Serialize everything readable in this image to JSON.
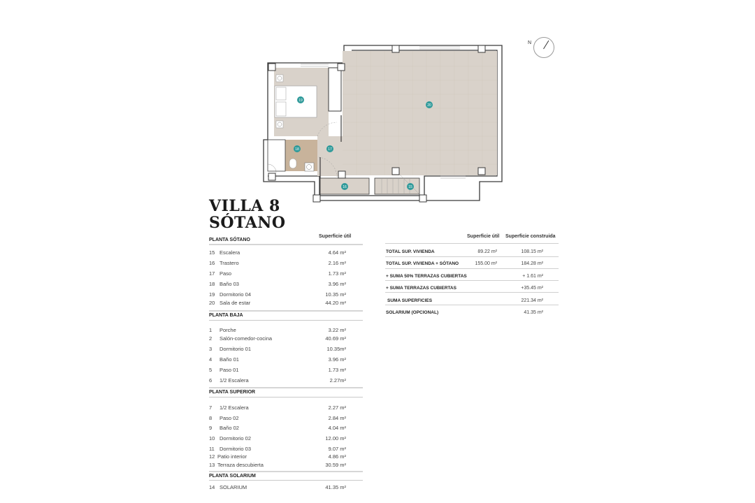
{
  "document": {
    "title_line1": "VILLA 8",
    "title_line2": "SÓTANO"
  },
  "compass": {
    "label": "N"
  },
  "floorplan": {
    "colors": {
      "floor": "#d9d2ca",
      "bath_floor": "#c8b39b",
      "wall": "#3a3a3a",
      "marker": "#2f9a9a",
      "white": "#ffffff"
    },
    "markers": [
      {
        "id": "19",
        "label": "19"
      },
      {
        "id": "20",
        "label": "20"
      },
      {
        "id": "18",
        "label": "18"
      },
      {
        "id": "17",
        "label": "17"
      },
      {
        "id": "16",
        "label": "16"
      },
      {
        "id": "15",
        "label": "15"
      }
    ]
  },
  "left_table": {
    "column_header": "Superficie útil",
    "sections": [
      {
        "title": "PLANTA SÓTANO",
        "rows": [
          {
            "num": "15",
            "label": "Escalera",
            "value": "4.64 m²"
          },
          {
            "num": "16",
            "label": "Trastero",
            "value": "2.16 m²"
          },
          {
            "num": "17",
            "label": "Paso",
            "value": "1.73 m²"
          },
          {
            "num": "18",
            "label": "Baño 03",
            "value": "3.96 m²"
          },
          {
            "num": "19",
            "label": "Dormitorio 04",
            "value": "10.35 m²"
          },
          {
            "num": "20",
            "label": "Sala de estar",
            "value": "44.20 m²"
          }
        ]
      },
      {
        "title": "PLANTA BAJA",
        "rows": [
          {
            "num": "1",
            "label": "Porche",
            "value": "3.22 m²"
          },
          {
            "num": "2",
            "label": "Salón-comedor-cocina",
            "value": "40.69 m²"
          },
          {
            "num": "3",
            "label": "Dormitorio 01",
            "value": "10.35m²"
          },
          {
            "num": "4",
            "label": "Baño 01",
            "value": "3.96 m²"
          },
          {
            "num": "5",
            "label": "Paso 01",
            "value": "1.73 m²"
          },
          {
            "num": "6",
            "label": "1/2 Escalera",
            "value": "2.27m²"
          }
        ]
      },
      {
        "title": "PLANTA SUPERIOR",
        "rows": [
          {
            "num": "7",
            "label": "1/2 Escalera",
            "value": "2.27 m²"
          },
          {
            "num": "8",
            "label": "Paso 02",
            "value": "2.84 m²"
          },
          {
            "num": "9",
            "label": "Baño 02",
            "value": "4.04 m²"
          },
          {
            "num": "10",
            "label": "Dormitorio 02",
            "value": "12.00 m²"
          },
          {
            "num": "11",
            "label": "Dormitorio 03",
            "value": "9.07 m²"
          },
          {
            "num": "12",
            "label": "Patio interior",
            "value": "4.86 m²"
          },
          {
            "num": "13",
            "label": "Terraza descubierta",
            "value": "30.59 m²"
          }
        ]
      },
      {
        "title": "PLANTA SOLARIUM",
        "rows": [
          {
            "num": "14",
            "label": "SOLARIUM",
            "value": "41.35 m²"
          }
        ]
      }
    ]
  },
  "right_table": {
    "headers": [
      "Superficie útil",
      "Superficie construida"
    ],
    "rows": [
      {
        "label": "TOTAL SUP. VIVIENDA",
        "util": "89.22 m²",
        "construida": "108.15 m²"
      },
      {
        "label": "TOTAL SUP. VIVIENDA + SÓTANO",
        "util": "155.00  m²",
        "construida": "184.28 m²"
      },
      {
        "label": "+ SUMA 50% TERRAZAS CUBIERTAS",
        "util": "",
        "construida": "+ 1.61 m²"
      },
      {
        "label": "+ SUMA TERRAZAS CUBIERTAS",
        "util": "",
        "construida": "+35.45 m²"
      },
      {
        "label": "SUMA SUPERFICIES",
        "util": "",
        "construida": "221.34 m²"
      },
      {
        "label": "SOLARIUM (OPCIONAL)",
        "util": "",
        "construida": "41.35 m²"
      }
    ]
  }
}
